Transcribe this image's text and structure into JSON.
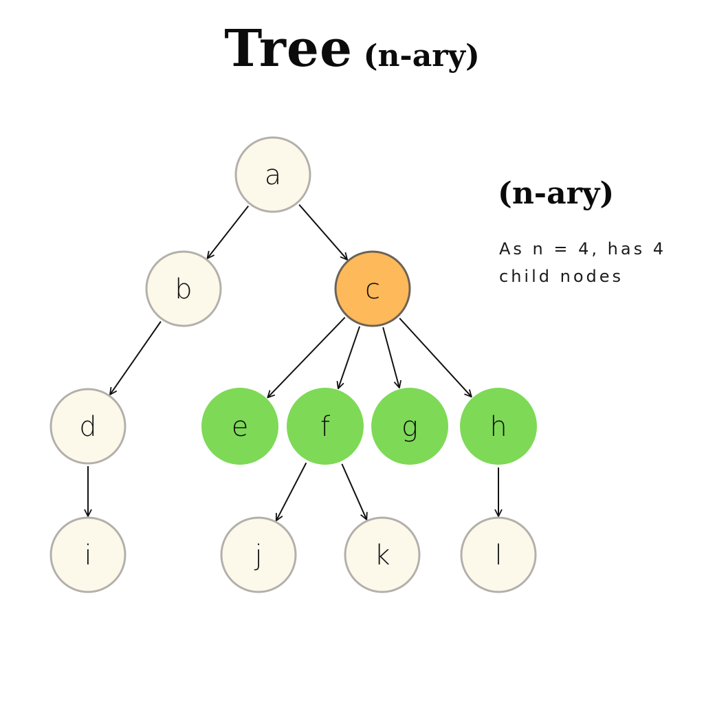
{
  "title": {
    "main": "Tree",
    "sub": "(n-ary)"
  },
  "annotation": {
    "heading": "(n-ary)",
    "description": "As n = 4, has 4 child nodes"
  },
  "colors": {
    "default_fill": "#fcf8ea",
    "default_stroke": "#b3b0ab",
    "highlight_fill": "#fdb95a",
    "highlight_stroke": "#6b6256",
    "child_fill": "#7ed957",
    "edge": "#111111"
  },
  "tree": {
    "n": 4,
    "nodes": [
      {
        "id": "a",
        "label": "a",
        "style": "default"
      },
      {
        "id": "b",
        "label": "b",
        "style": "default"
      },
      {
        "id": "c",
        "label": "c",
        "style": "highlight"
      },
      {
        "id": "d",
        "label": "d",
        "style": "default"
      },
      {
        "id": "e",
        "label": "e",
        "style": "child"
      },
      {
        "id": "f",
        "label": "f",
        "style": "child"
      },
      {
        "id": "g",
        "label": "g",
        "style": "child"
      },
      {
        "id": "h",
        "label": "h",
        "style": "child"
      },
      {
        "id": "i",
        "label": "i",
        "style": "default"
      },
      {
        "id": "j",
        "label": "j",
        "style": "default"
      },
      {
        "id": "k",
        "label": "k",
        "style": "default"
      },
      {
        "id": "l",
        "label": "l",
        "style": "default"
      }
    ],
    "edges": [
      [
        "a",
        "b"
      ],
      [
        "a",
        "c"
      ],
      [
        "b",
        "d"
      ],
      [
        "c",
        "e"
      ],
      [
        "c",
        "f"
      ],
      [
        "c",
        "g"
      ],
      [
        "c",
        "h"
      ],
      [
        "d",
        "i"
      ],
      [
        "f",
        "j"
      ],
      [
        "f",
        "k"
      ],
      [
        "h",
        "l"
      ]
    ]
  }
}
